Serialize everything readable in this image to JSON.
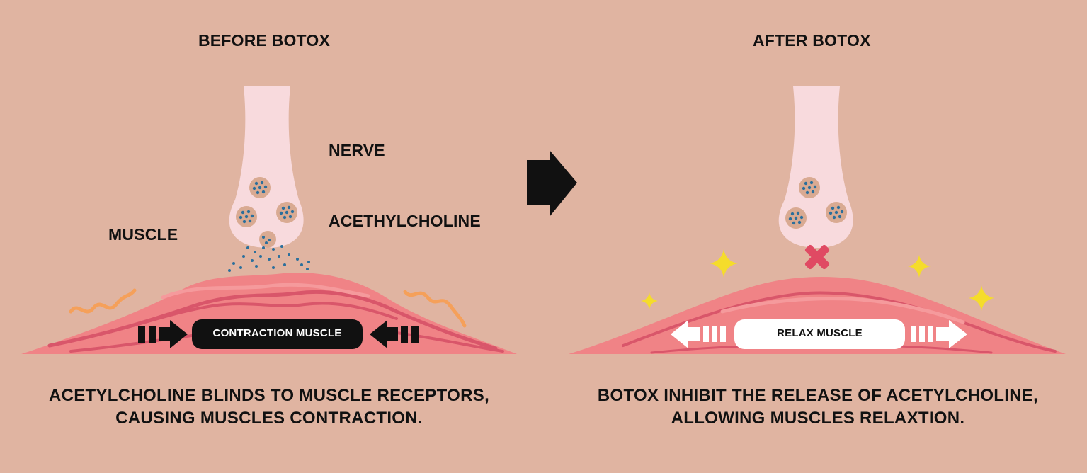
{
  "before": {
    "title": "BEFORE BOTOX",
    "labels": {
      "nerve": "NERVE",
      "acetylcholine": "ACETHYLCHOLINE",
      "muscle": "MUSCLE"
    },
    "muscle_state": "CONTRACTION MUSCLE",
    "caption_line1": "ACETYLCHOLINE BLINDS TO MUSCLE RECEPTORS,",
    "caption_line2": "CAUSING MUSCLES CONTRACTION."
  },
  "after": {
    "title": "AFTER BOTOX",
    "muscle_state": "RELAX MUSCLE",
    "caption_line1": "BOTOX INHIBIT THE RELEASE OF ACETYLCHOLINE,",
    "caption_line2": "ALLOWING MUSCLES RELAXTION."
  },
  "colors": {
    "background": "#e0b4a1",
    "nerve": "#f8dadd",
    "vesicle": "#d9aa92",
    "dot": "#2b6f9c",
    "muscle": "#f08386",
    "muscle_dark": "#d9566a",
    "block_x": "#e04a63",
    "sparkle": "#f5dc2b",
    "squiggle": "#f5a05a"
  },
  "icons": {
    "transition": "right-arrow-icon",
    "blocked": "x-mark-icon",
    "sparkle": "sparkle-icon"
  }
}
